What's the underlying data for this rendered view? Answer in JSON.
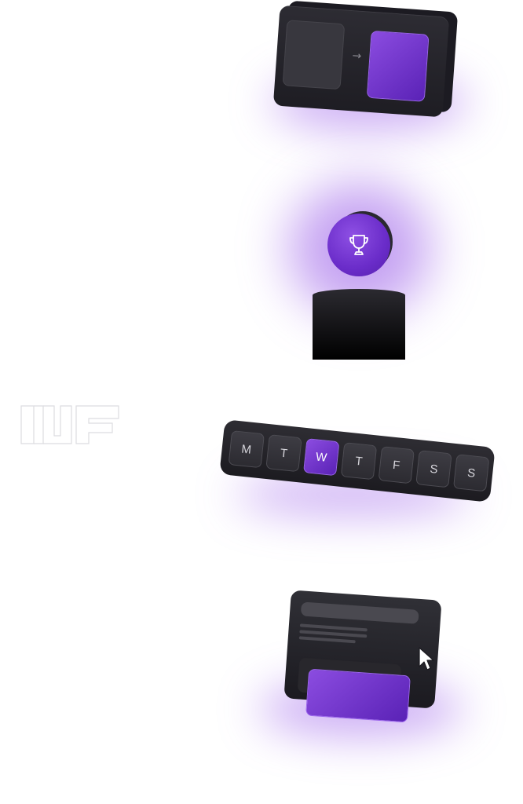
{
  "accent_color": "#6a2cc9",
  "toggle_card": {
    "arrow_glyph": "→"
  },
  "trophy": {
    "icon": "trophy-icon"
  },
  "weekdays": {
    "days": [
      "M",
      "T",
      "W",
      "T",
      "F",
      "S",
      "S"
    ],
    "selected_index": 2
  },
  "logo": {
    "icon": "nf-logo"
  },
  "cursor_card": {
    "icon": "cursor-icon"
  }
}
